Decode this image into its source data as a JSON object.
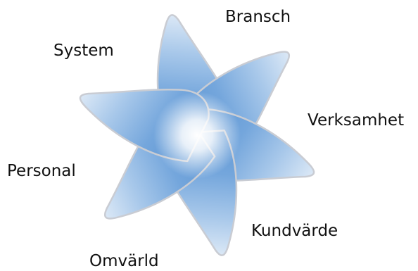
{
  "diagram": {
    "labels": {
      "bransch": "Bransch",
      "system": "System",
      "verksamhet": "Verksamhet",
      "personal": "Personal",
      "kundvarde": "Kundvärde",
      "omvarld": "Omvärld"
    },
    "colors": {
      "petal_outline": "#c9ccd3",
      "petal_fill_light": "#e6f0fa",
      "petal_fill_mid": "#a8c8ea",
      "petal_fill_dark": "#5f97d4",
      "center_glow": "#ffffff"
    }
  }
}
